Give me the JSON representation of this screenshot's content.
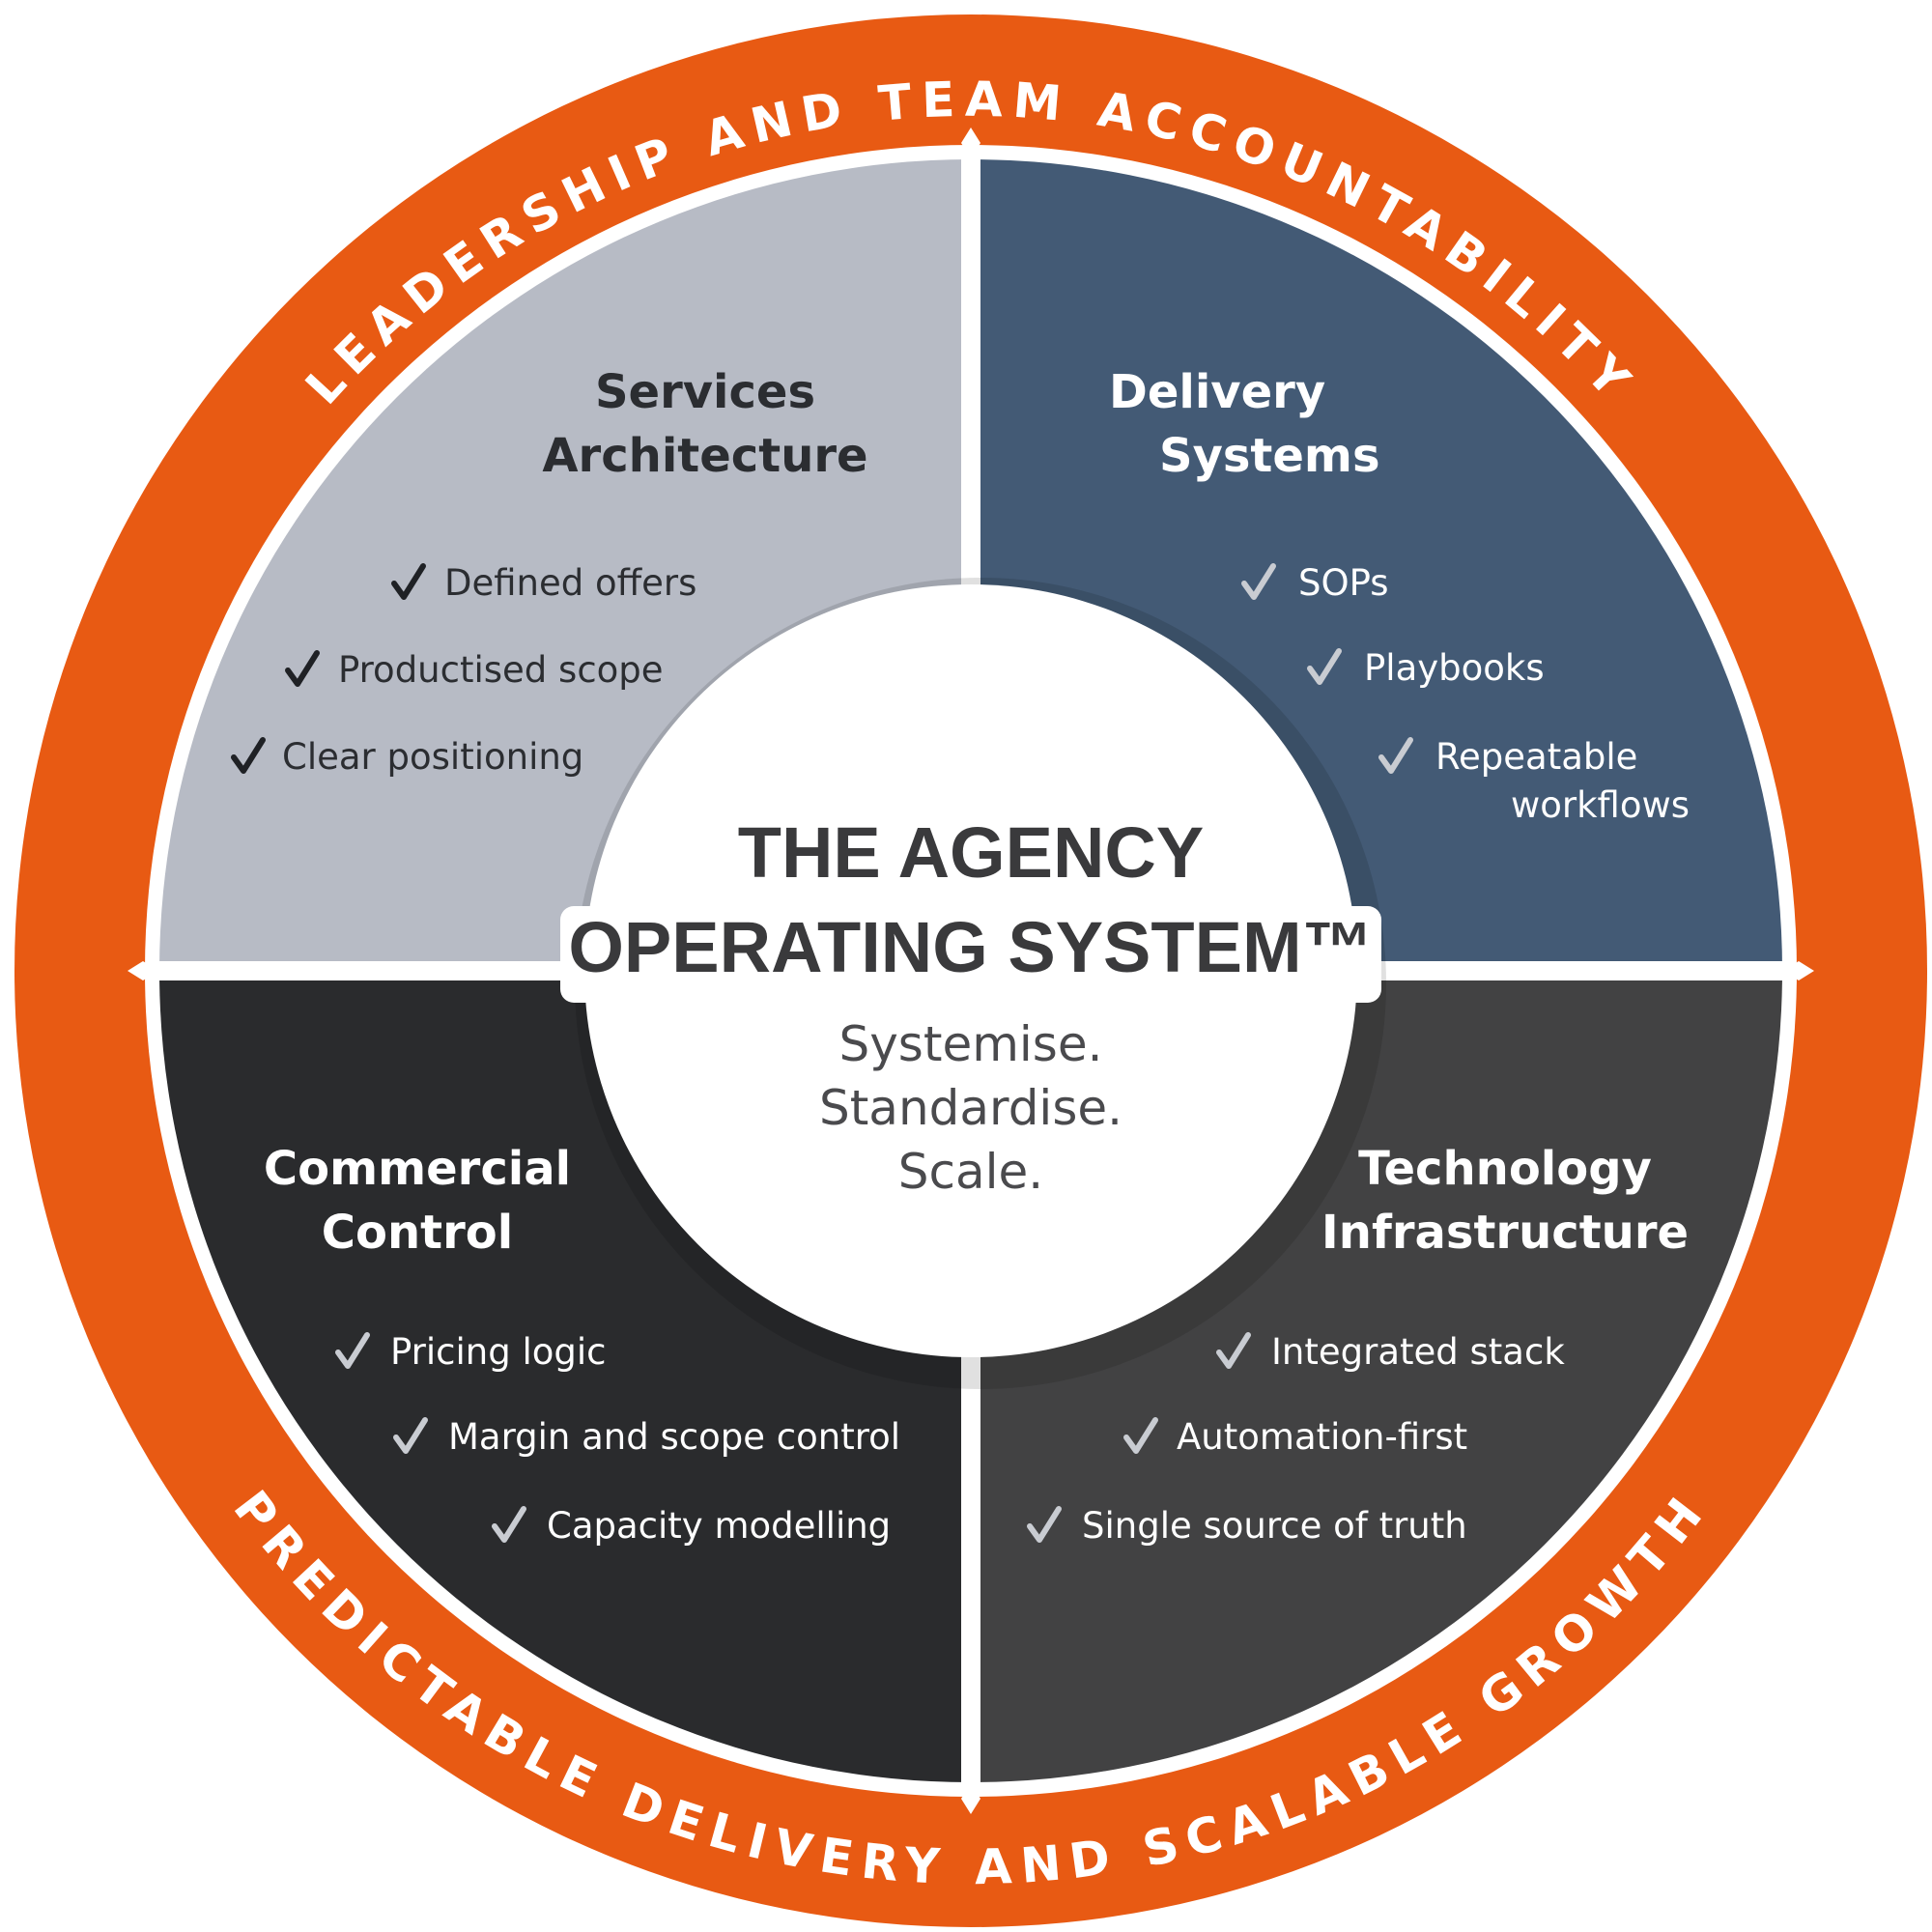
{
  "ring": {
    "top_text": "LEADERSHIP AND TEAM ACCOUNTABILITY",
    "bottom_text": "PREDICTABLE DELIVERY AND SCALABLE GROWTH",
    "color": "#e85a13"
  },
  "core": {
    "title_line1": "THE AGENCY",
    "title_line2": "OPERATING SYSTEM™",
    "tagline": [
      "Systemise.",
      "Standardise.",
      "Scale."
    ]
  },
  "quadrants": {
    "services": {
      "title": [
        "Services",
        "Architecture"
      ],
      "items": [
        "Defined offers",
        "Productised scope",
        "Clear positioning"
      ],
      "color": "#b7bbc5",
      "text_color": "#2b2d31",
      "check_icon": "check-icon"
    },
    "delivery": {
      "title": [
        "Delivery",
        "Systems"
      ],
      "items": [
        "SOPs",
        "Playbooks",
        "Repeatable",
        "workflows"
      ],
      "color": "#435a75",
      "text_color": "#ffffff",
      "check_icon": "check-icon"
    },
    "commercial": {
      "title": [
        "Commercial",
        "Control"
      ],
      "items": [
        "Pricing logic",
        "Margin and scope control",
        "Capacity modelling"
      ],
      "color": "#2a2b2d",
      "text_color": "#ffffff",
      "check_icon": "check-icon"
    },
    "technology": {
      "title": [
        "Technology",
        "Infrastructure"
      ],
      "items": [
        "Integrated stack",
        "Automation-first",
        "Single source of truth"
      ],
      "color": "#424243",
      "text_color": "#ffffff",
      "check_icon": "check-icon"
    }
  }
}
